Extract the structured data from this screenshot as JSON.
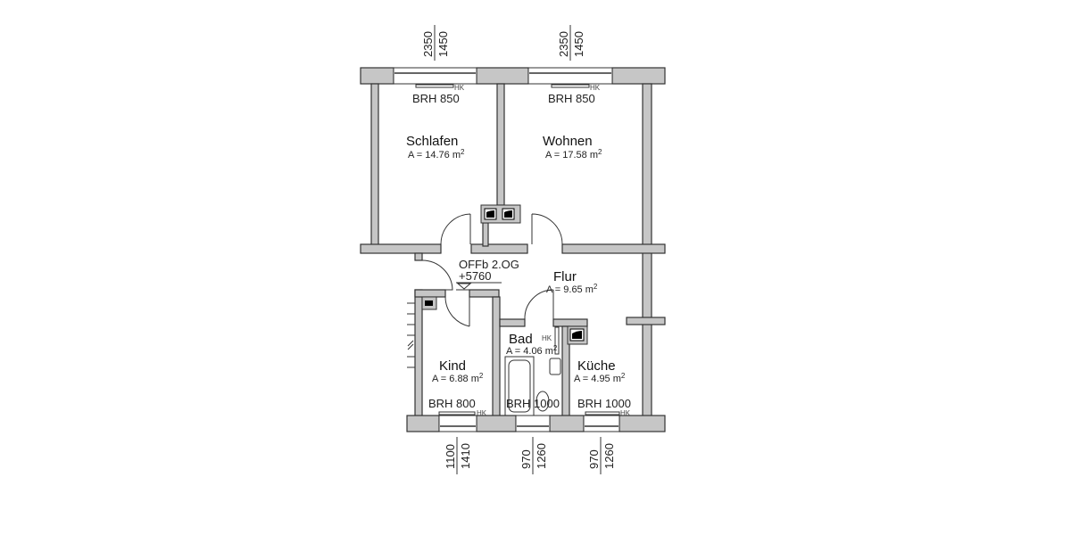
{
  "rooms": {
    "schlafen": {
      "name": "Schlafen",
      "area": "A = 14.76 m",
      "brh": "BRH 850"
    },
    "wohnen": {
      "name": "Wohnen",
      "area": "A = 17.58 m",
      "brh": "BRH 850"
    },
    "flur": {
      "name": "Flur",
      "area": "A = 9.65 m"
    },
    "kind": {
      "name": "Kind",
      "area": "A = 6.88 m",
      "brh": "BRH 800"
    },
    "bad": {
      "name": "Bad",
      "area": "A = 4.06 m",
      "brh": "BRH 1000"
    },
    "kueche": {
      "name": "Küche",
      "area": "A = 4.95 m",
      "brh": "BRH 1000"
    }
  },
  "units": {
    "area_superscript": "2",
    "heater_label": "HK"
  },
  "level": {
    "line1": "OFFb 2.OG",
    "line2": "+5760"
  },
  "window_dims": {
    "top_left": {
      "a": "2350",
      "b": "1450"
    },
    "top_right": {
      "a": "2350",
      "b": "1450"
    },
    "bottom_kind": {
      "a": "1100",
      "b": "1410"
    },
    "bottom_bad": {
      "a": "970",
      "b": "1260"
    },
    "bottom_kueche": {
      "a": "970",
      "b": "1260"
    }
  },
  "colors": {
    "wall_fill": "#c6c6c6",
    "wall_stroke": "#333333",
    "background": "#ffffff"
  }
}
